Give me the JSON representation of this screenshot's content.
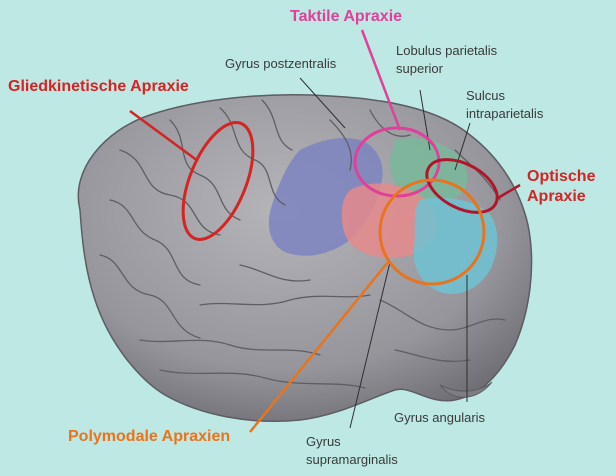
{
  "labels": {
    "taktile_apraxie": "Taktile Apraxie",
    "gliedkinetische_apraxie": "Gliedkinetische Apraxie",
    "gyrus_postzentralis": "Gyrus postzentralis",
    "lobulus_parietalis_line1": "Lobulus parietalis",
    "lobulus_parietalis_line2": "superior",
    "sulcus_line1": "Sulcus",
    "sulcus_line2": "intraparietalis",
    "optische_line1": "Optische",
    "optische_line2": "Apraxie",
    "polymodale_apraxien": "Polymodale Apraxien",
    "gyrus_angularis": "Gyrus angularis",
    "gyrus_supra_line1": "Gyrus",
    "gyrus_supra_line2": "supramarginalis"
  },
  "colors": {
    "background": "#bde8e3",
    "brain": "#9a9a9f",
    "postcentral_region": "#7c84bf",
    "supramarginal_region": "#e58a8c",
    "angular_region": "#6fc2d4",
    "superior_parietal_region": "#79b89a",
    "taktile": "#e0409a",
    "gliedkinetische": "#d42424",
    "optische": "#b0162a",
    "polymodale": "#e8741e"
  }
}
